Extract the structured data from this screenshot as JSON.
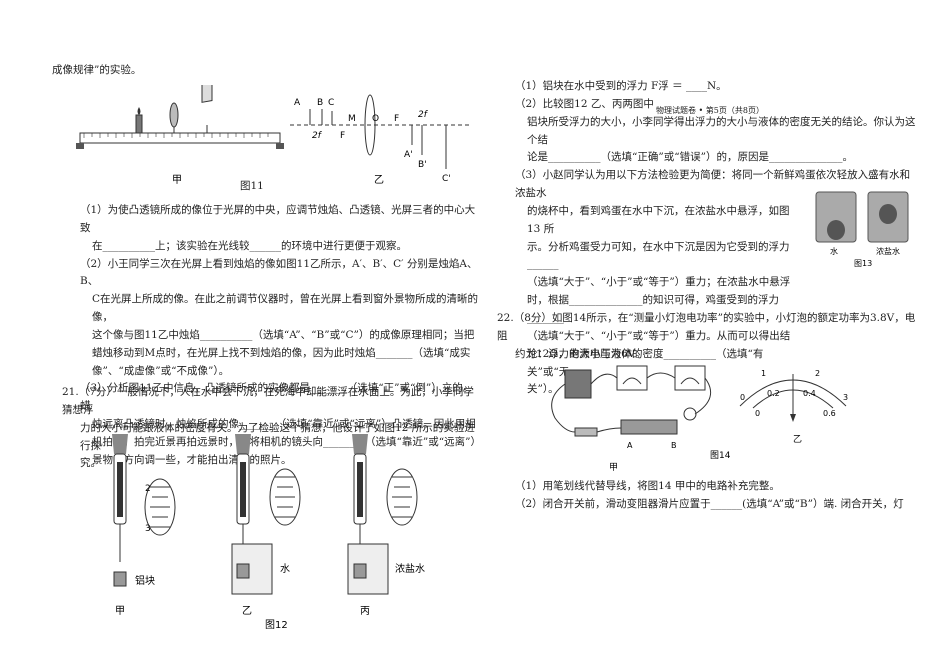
{
  "left": {
    "intro": "成像规律”的实验。",
    "fig11": {
      "jia_label": "甲",
      "yi_label": "乙",
      "caption": "图11",
      "points": [
        "A",
        "B",
        "C",
        "M",
        "O",
        "F",
        "2f",
        "F",
        "2f",
        "A'",
        "B'",
        "C'"
      ]
    },
    "q20": {
      "p1a": "（1）为使凸透镜所成的像位于光屏的中央，应调节烛焰、凸透镜、光屏三者的中心大致",
      "p1b": "在__________上；该实验在光线较______的环境中进行更便于观察。",
      "p2a": "（2）小王同学三次在光屏上看到烛焰的像如图11乙所示，A′、B′、C′ 分别是烛焰A、B、",
      "p2b": "C在光屏上所成的像。在此之前调节仪器时，曾在光屏上看到窗外景物所成的清晰的像，",
      "p2c": "这个像与图11乙中烛焰__________（选填“A”、“B”或“C”）的成像原理相同；当把",
      "p2d": "蜡烛移动到M点时，在光屏上找不到烛焰的像，因为此时烛焰_______（选填“成实",
      "p2e": "像”、“成虚像”或“不成像”）。",
      "p3a": "（3）分析图11乙中信息，凸透镜所成的实像都是_______（选填“正”或“倒”）立的。蜡",
      "p3b": "烛远离凸透镜时，烛焰所成的像_______（选填“靠近”或“远离”）凸透镜。因此用相",
      "p3c": "机拍照，拍完近景再拍远景时，应将相机的镜头向________（选填“靠近”或“远离”）",
      "p3d": "景物的方向调一些，才能拍出清晰的照片。"
    },
    "q21": {
      "p1": "21.（7分）一般情况下，人在水中会下沉，在死海中却能漂浮在水面上。为此，小李同学猜想浮",
      "p2": "力的大小可能跟液体的密度有关。为了检验这个猜想，他设计了如图12 所示的实验进行探",
      "p3": "究。"
    },
    "fig12": {
      "block_label": "铝块",
      "water_label": "水",
      "brine_label": "浓盐水",
      "jia": "甲",
      "yi": "乙",
      "bing": "丙",
      "caption": "图12",
      "scale_ticks": [
        "2",
        "3"
      ]
    }
  },
  "right": {
    "q1": "（1）铝块在水中受到的浮力 F浮 ＝ ____N。",
    "q2a": "（2）比较图12 乙、丙两图中",
    "header": "物理试题卷 • 第5页（共8页）",
    "q2b": "铝块所受浮力的大小，小李同学得出浮力的大小与液体的密度无关的结论。你认为这个结",
    "q2c": "论是__________（选填“正确”或“错误”）的，原因是______________。",
    "q3a": "（3）小赵同学认为用以下方法检验更为简便：将同一个新鲜鸡蛋依次轻放入盛有水和浓盐水",
    "q3b": "的烧杯中，看到鸡蛋在水中下沉，在浓盐水中悬浮，如图13 所",
    "q3c": "示。分析鸡蛋受力可知，在水中下沉是因为它受到的浮力______",
    "q3d": "（选填“大于”、“小于”或“等于”）重力；在浓盐水中悬浮",
    "q3e": "时，根据______________的知识可得，鸡蛋受到的浮力_______",
    "q3f": "（选填“大于”、“小于”或“等于”）重力。从而可以得出结",
    "q3g": "论：浮力的大小与液体的密度__________（选填“有关”或“无",
    "q3h": "关”）。",
    "fig13": {
      "water": "水",
      "brine": "浓盐水",
      "caption": "图13"
    },
    "q22a": "22.（8分）如图14所示，在“测量小灯泡电功率”的实验中，小灯泡的额定功率为3.8V，电阻",
    "q22b": "约为12Ω，电源电压为6V。",
    "fig14": {
      "jia": "甲",
      "yi": "乙",
      "caption": "图14",
      "meter_inner": [
        "0",
        "0.2",
        "0.4",
        "0.6"
      ],
      "meter_outer": [
        "0",
        "1",
        "2",
        "3"
      ],
      "ab": [
        "A",
        "B"
      ]
    },
    "q22_1": "（1）用笔划线代替导线，将图14 甲中的电路补充完整。",
    "q22_2": "（2）闭合开关前，滑动变阻器滑片应置于______(选填“A”或“B”）端. 闭合开关，灯"
  }
}
